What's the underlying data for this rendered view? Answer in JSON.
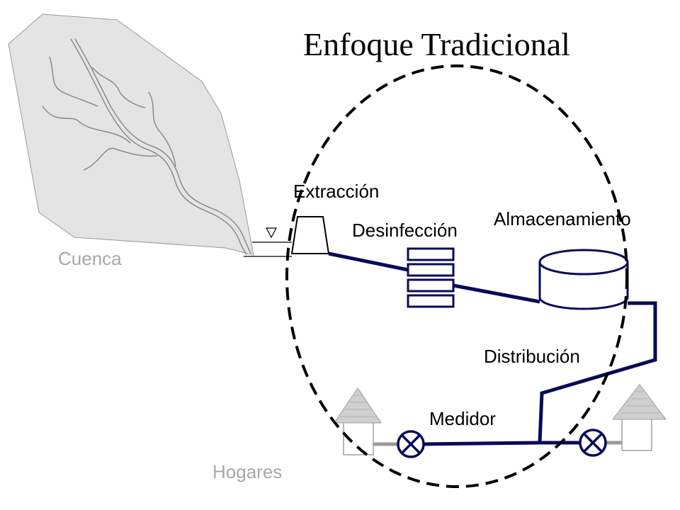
{
  "title": "Enfoque Tradicional",
  "labels": {
    "extraccion": "Extracción",
    "desinfeccion": "Desinfección",
    "almacenamiento": "Almacenamiento",
    "distribucion": "Distribución",
    "medidor": "Medidor",
    "cuenca": "Cuenca",
    "hogares": "Hogares"
  },
  "colors": {
    "pipe": "#0a0a5a",
    "boundary": "#000000",
    "watershed": "#e4e4e4",
    "label_gray": "#a8a8a8"
  }
}
